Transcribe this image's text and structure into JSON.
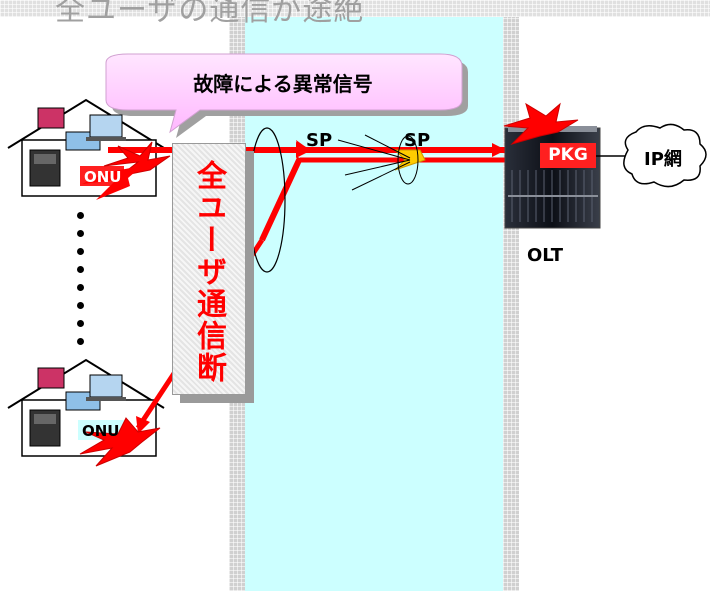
{
  "title": "全ユーザの通信が途絶",
  "callout": "故障による異常信号",
  "vertical_notice": "全ユーザ通信断",
  "splitter_1": "SP",
  "splitter_2": "SP",
  "onu_top": "ONU",
  "onu_bottom": "ONU",
  "pkg": "PKG",
  "olt": "OLT",
  "ip_network": "IP網",
  "colors": {
    "band": "#ccffff",
    "alarm_red": "#ff0000",
    "splitter_yellow": "#ffcc00",
    "callout_pink": "#ffccff"
  }
}
